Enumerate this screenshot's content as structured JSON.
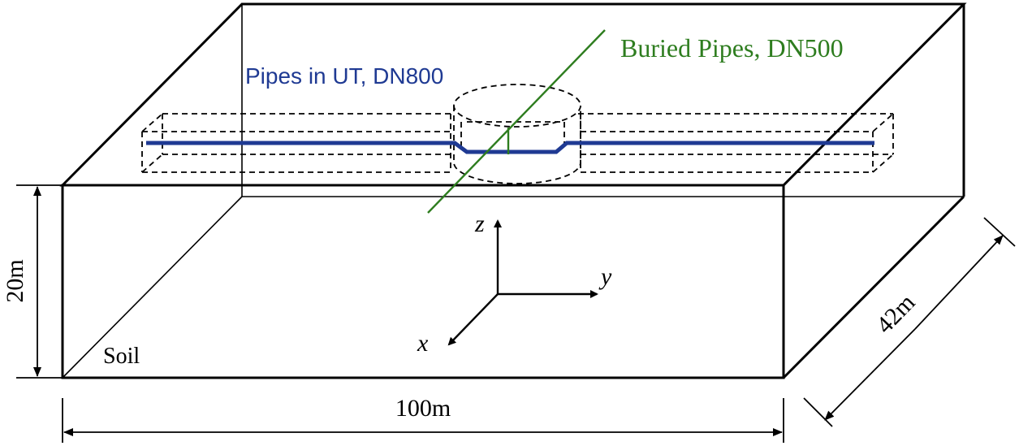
{
  "labels": {
    "buried_pipes": "Buried Pipes, DN500",
    "ut_pipes": "Pipes in UT, DN800",
    "soil": "Soil",
    "dim_height": "20m",
    "dim_length": "100m",
    "dim_width": "42m",
    "axis_x": "x",
    "axis_y": "y",
    "axis_z": "z"
  },
  "colors": {
    "box": "#000000",
    "ut_pipe": "#1f3a93",
    "buried_pipe": "#2e7d1f",
    "ut_label": "#1f3a93",
    "buried_label": "#2e7d1f"
  }
}
